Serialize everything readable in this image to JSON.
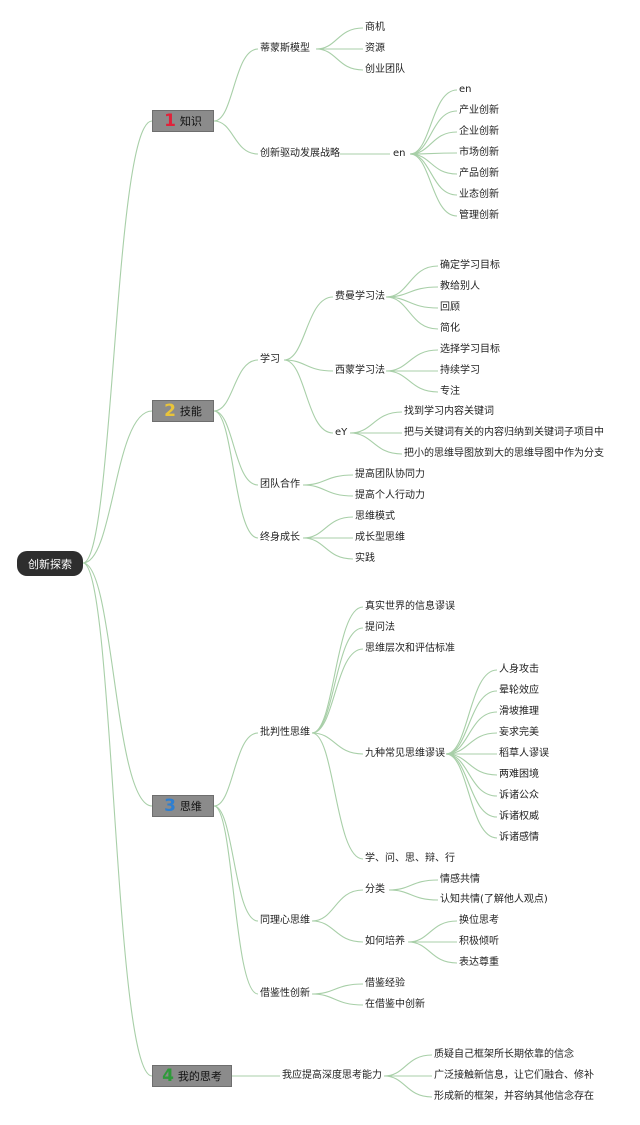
{
  "root": "创新探索",
  "colors": {
    "line": "#a8cfa8",
    "node_bg": "#8b8b8b",
    "root_bg": "#2e2e2e"
  },
  "branches": [
    {
      "num": "1",
      "num_color": "#e0223a",
      "label": "知识",
      "children": [
        {
          "label": "蒂蒙斯模型",
          "children": [
            {
              "label": "商机"
            },
            {
              "label": "资源"
            },
            {
              "label": "创业团队"
            }
          ]
        },
        {
          "label": "创新驱动发展战略",
          "children": [
            {
              "label": "en",
              "children": [
                {
                  "label": "en"
                },
                {
                  "label": "产业创新"
                },
                {
                  "label": "企业创新"
                },
                {
                  "label": "市场创新"
                },
                {
                  "label": "产品创新"
                },
                {
                  "label": "业态创新"
                },
                {
                  "label": "管理创新"
                }
              ]
            }
          ]
        }
      ]
    },
    {
      "num": "2",
      "num_color": "#e9c43a",
      "label": "技能",
      "children": [
        {
          "label": "学习",
          "children": [
            {
              "label": "费曼学习法",
              "children": [
                {
                  "label": "确定学习目标"
                },
                {
                  "label": "教给别人"
                },
                {
                  "label": "回顾"
                },
                {
                  "label": "简化"
                }
              ]
            },
            {
              "label": "西蒙学习法",
              "children": [
                {
                  "label": "选择学习目标"
                },
                {
                  "label": "持续学习"
                },
                {
                  "label": "专注"
                }
              ]
            },
            {
              "label": "eY",
              "children": [
                {
                  "label": "找到学习内容关键词"
                },
                {
                  "label": "把与关键词有关的内容归纳到关键词子项目中"
                },
                {
                  "label": "把小的思维导图放到大的思维导图中作为分支"
                }
              ]
            }
          ]
        },
        {
          "label": "团队合作",
          "children": [
            {
              "label": "提高团队协同力"
            },
            {
              "label": "提高个人行动力"
            }
          ]
        },
        {
          "label": "终身成长",
          "children": [
            {
              "label": "思维模式"
            },
            {
              "label": "成长型思维"
            },
            {
              "label": "实践"
            }
          ]
        }
      ]
    },
    {
      "num": "3",
      "num_color": "#2f7fd0",
      "label": "思维",
      "children": [
        {
          "label": "批判性思维",
          "children": [
            {
              "label": "真实世界的信息谬误"
            },
            {
              "label": "提问法"
            },
            {
              "label": "思维层次和评估标准"
            },
            {
              "label": "九种常见思维谬误",
              "children": [
                {
                  "label": "人身攻击"
                },
                {
                  "label": "晕轮效应"
                },
                {
                  "label": "滑坡推理"
                },
                {
                  "label": "妄求完美"
                },
                {
                  "label": "稻草人谬误"
                },
                {
                  "label": "两难困境"
                },
                {
                  "label": "诉诸公众"
                },
                {
                  "label": "诉诸权威"
                },
                {
                  "label": "诉诸感情"
                }
              ]
            },
            {
              "label": "学、问、思、辩、行"
            }
          ]
        },
        {
          "label": "同理心思维",
          "children": [
            {
              "label": "分类",
              "children": [
                {
                  "label": "情感共情"
                },
                {
                  "label": "认知共情(了解他人观点)"
                }
              ]
            },
            {
              "label": "如何培养",
              "children": [
                {
                  "label": "换位思考"
                },
                {
                  "label": "积极倾听"
                },
                {
                  "label": "表达尊重"
                }
              ]
            }
          ]
        },
        {
          "label": "借鉴性创新",
          "children": [
            {
              "label": "借鉴经验"
            },
            {
              "label": "在借鉴中创新"
            }
          ]
        }
      ]
    },
    {
      "num": "4",
      "num_color": "#2f9a3a",
      "label": "我的思考",
      "children": [
        {
          "label": "我应提高深度思考能力",
          "children": [
            {
              "label": "质疑自己框架所长期依靠的信念"
            },
            {
              "label": "广泛接触新信息，让它们融合、修补"
            },
            {
              "label": "形成新的框架，并容纳其他信念存在"
            }
          ]
        }
      ]
    }
  ]
}
